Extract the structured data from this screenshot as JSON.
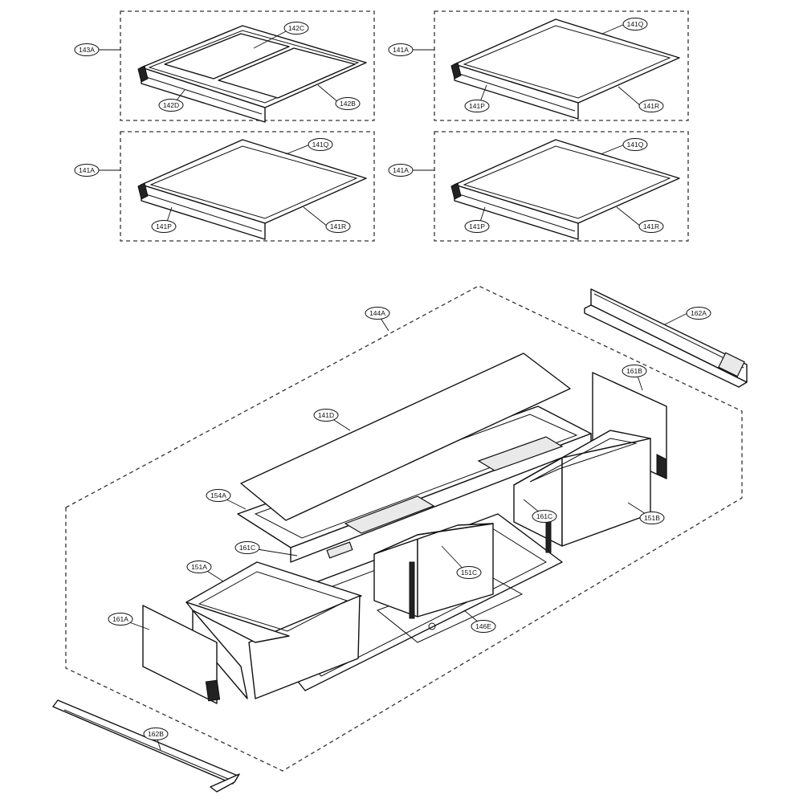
{
  "diagram": {
    "callouts": {
      "143A": "143A",
      "142C": "142C",
      "142D": "142D",
      "142B": "142B",
      "141A_1": "141A",
      "141Q_1": "141Q",
      "141P_1": "141P",
      "141R_1": "141R",
      "141A_2": "141A",
      "141Q_2": "141Q",
      "141P_2": "141P",
      "141R_2": "141R",
      "141A_3": "141A",
      "141Q_3": "141Q",
      "141P_3": "141P",
      "141R_3": "141R",
      "144A": "144A",
      "162A": "162A",
      "141D": "141D",
      "161B": "161B",
      "154A": "154A",
      "161C_1": "161C",
      "161C_2": "161C",
      "151B": "151B",
      "151A": "151A",
      "151C": "151C",
      "161A": "161A",
      "146E": "146E",
      "162B": "162B"
    }
  }
}
